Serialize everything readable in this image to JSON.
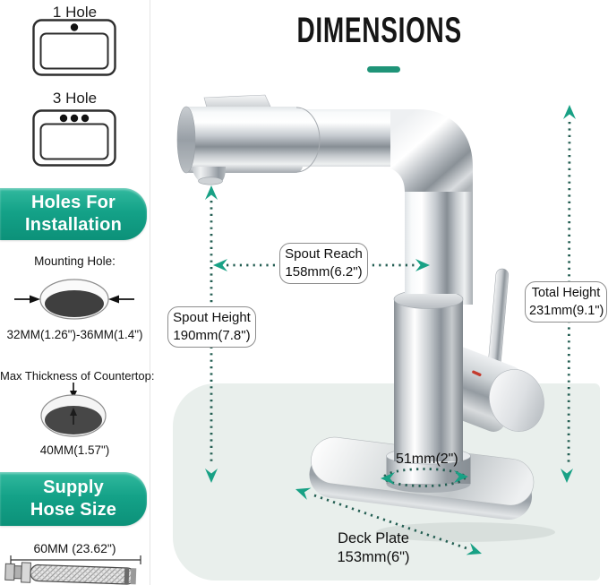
{
  "sidebar": {
    "one_hole_label": "1 Hole",
    "three_hole_label": "3 Hole",
    "installation_banner_line1": "Holes For",
    "installation_banner_line2": "Installation",
    "mounting_hole_title": "Mounting Hole:",
    "mounting_hole_range": "32MM(1.26\")-36MM(1.4\")",
    "countertop_title": "Max Thickness of Countertop:",
    "countertop_max": "40MM(1.57\")",
    "hose_banner_line1": "Supply",
    "hose_banner_line2": "Hose Size",
    "hose_length": "60MM (23.62\")"
  },
  "main": {
    "title": "DIMENSIONS",
    "spout_reach_label": "Spout Reach",
    "spout_reach_value": "158mm(6.2\")",
    "spout_height_label": "Spout Height",
    "spout_height_value": "190mm(7.8\")",
    "total_height_label": "Total Height",
    "total_height_value": "231mm(9.1\")",
    "base_diameter_value": "51mm(2\")",
    "deck_plate_label": "Deck Plate",
    "deck_plate_value": "153mm(6\")"
  },
  "colors": {
    "banner_green": "#14a288",
    "arrow_green": "#18a185",
    "dotted_line_teal": "#235e52",
    "panel_background": "#e9efec"
  }
}
